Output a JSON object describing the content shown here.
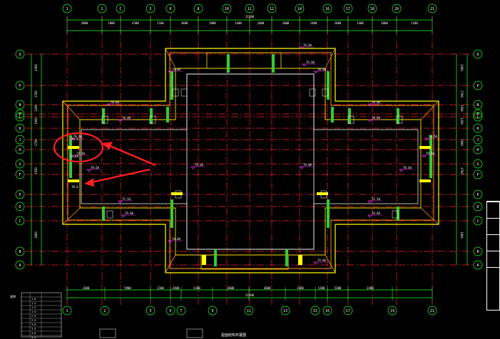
{
  "drawing": {
    "background": "#000000",
    "colors": {
      "axis_line": "#ff2020",
      "axis_bubble": "#22ff22",
      "dimension": "#22ff22",
      "wall_outer": "#ffff00",
      "wall_inner": "#ffe000",
      "beam_orange": "#ff9a1a",
      "column_green": "#33cc33",
      "level_mark": "#ff33ff",
      "annotation": "#ffffff",
      "highlight_red": "#ff2020",
      "structure_white": "#ffffff"
    },
    "top_axes": [
      "1",
      "2",
      "C",
      "5",
      "6",
      "8",
      "10",
      "11",
      "12",
      "14",
      "16",
      "17",
      "18",
      "20",
      "21"
    ],
    "bottom_axes": [
      "1",
      "2",
      "5",
      "6",
      "T",
      "9",
      "11",
      "13",
      "15",
      "16",
      "17",
      "19",
      "21"
    ],
    "left_axes": [
      "Q",
      "P",
      "N",
      "M",
      "L",
      "K",
      "J",
      "H",
      "G",
      "F",
      "E",
      "D",
      "C",
      "B",
      "A"
    ],
    "right_axes": [
      "Q",
      "P",
      "N",
      "M",
      "L",
      "K",
      "J",
      "H",
      "G",
      "F",
      "E",
      "D",
      "C",
      "B",
      "A"
    ],
    "top_dimensions": [
      "3000",
      "1800",
      "4500",
      "2100",
      "3600",
      "1800",
      "2400",
      "1000",
      "1000",
      "2400",
      "1800",
      "2400",
      "3600",
      "2100"
    ],
    "bottom_dimensions": [
      "3300",
      "5900",
      "2100",
      "2400",
      "2100",
      "3600",
      "3600",
      "3100",
      "1200",
      "5300",
      "3300"
    ],
    "top_total": "31500",
    "bottom_total": "31500",
    "left_dimensions": [
      "3300",
      "2700",
      "1200",
      "1000",
      "2700",
      "1500",
      "1800"
    ],
    "right_dimensions": [
      "3300",
      "2700",
      "1500",
      "1200",
      "1800",
      "2700",
      "1800"
    ],
    "level_labels": [
      "76.0A",
      "74.8A",
      "74.8A",
      "78.8A",
      "78.8A",
      "78.8A",
      "78.8A",
      "78.6A",
      "78.6A",
      "72.5A",
      "72.5A",
      "79.8A",
      "79.8A",
      "79.8A",
      "78.6A",
      "78.6A",
      "72.5A",
      "72.5A",
      "79.8A",
      "79.8A",
      "74.8A",
      "74.8A"
    ],
    "highlight_labels": [
      "78.6",
      "72.5A",
      "78.6"
    ],
    "left_legend_rows": [
      "1.0",
      "1.2",
      "1.2",
      "1.5",
      "2.0",
      "2.5",
      "3.0",
      "3.5",
      "4.0",
      "4.5"
    ],
    "left_legend_header": "説明",
    "bottom_caption": "屋面结构布置图"
  }
}
